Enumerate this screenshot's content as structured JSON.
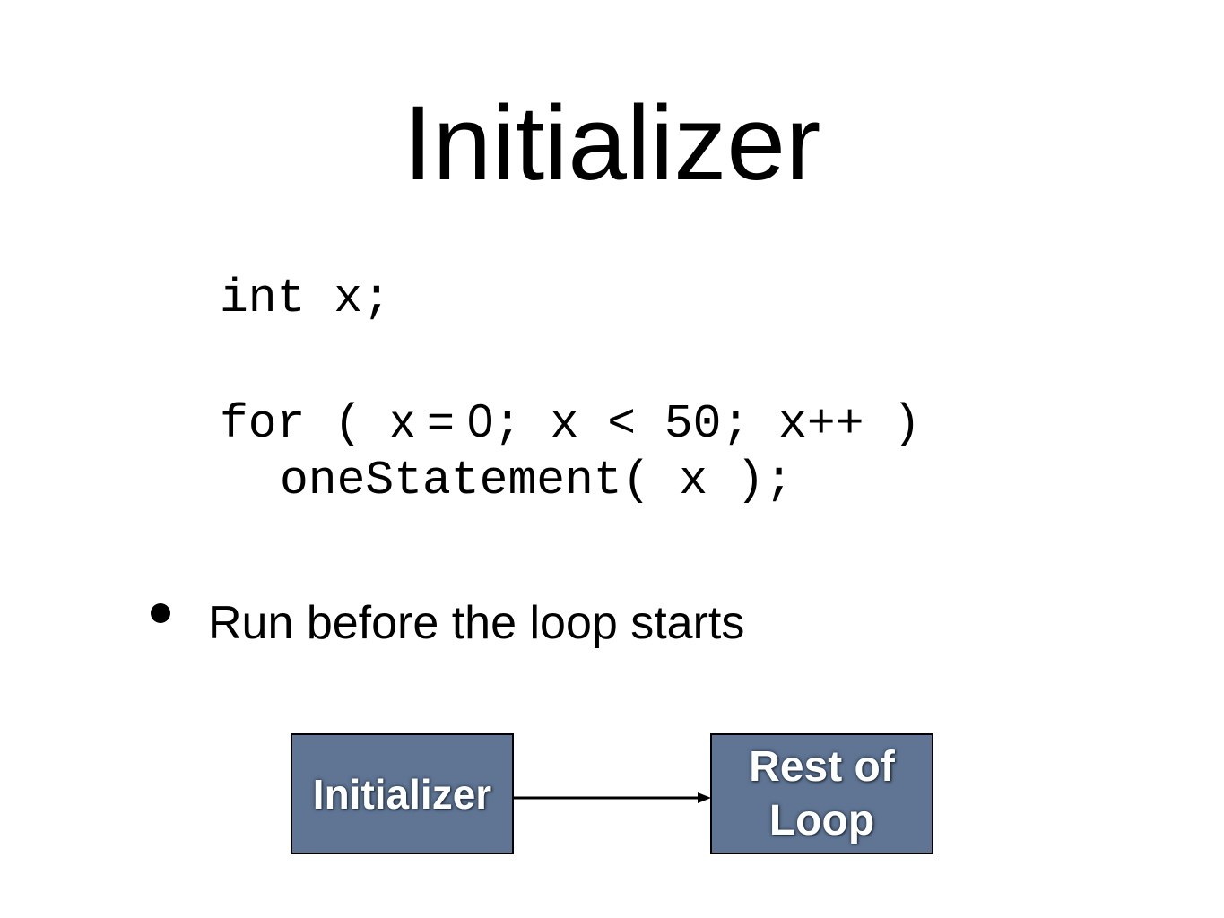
{
  "title": "Initializer",
  "code": {
    "line1": "int x;",
    "line2_keyword": "for ( ",
    "line2_init": "x = 0",
    "line2_rest": "; x < 50; x++ )",
    "line3": "oneStatement( x );"
  },
  "bullets": [
    "Run before the loop starts"
  ],
  "diagram": {
    "box1_label": "Initializer",
    "box2_label_line1": "Rest of",
    "box2_label_line2": "Loop",
    "box_fill": "#5f7593",
    "box_border": "#000000",
    "arrow_color": "#000000"
  }
}
